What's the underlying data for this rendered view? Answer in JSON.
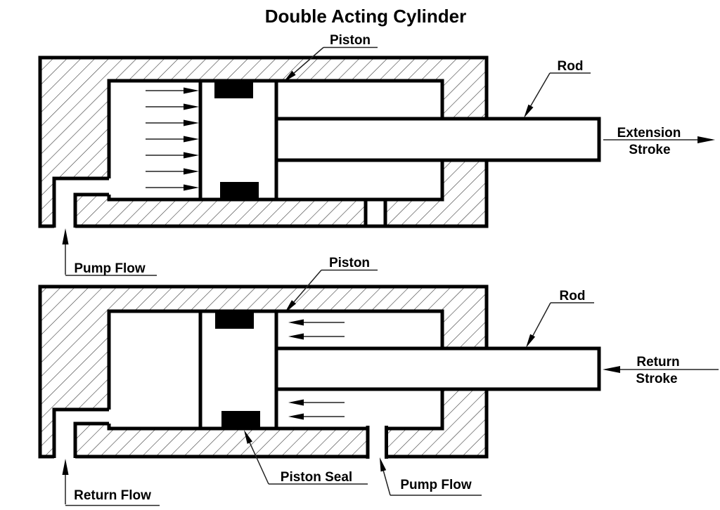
{
  "title": "Double Acting Cylinder",
  "colors": {
    "ink": "#000000",
    "paper": "#ffffff"
  },
  "top_cylinder": {
    "piston_label": "Piston",
    "rod_label": "Rod",
    "stroke_arrow_line1": "Extension",
    "stroke_arrow_line2": "Stroke",
    "pump_flow_label": "Pump Flow"
  },
  "bottom_cylinder": {
    "piston_label": "Piston",
    "rod_label": "Rod",
    "stroke_arrow_line1": "Return",
    "stroke_arrow_line2": "Stroke",
    "piston_seal_label": "Piston Seal",
    "pump_flow_label": "Pump Flow",
    "return_flow_label": "Return Flow"
  }
}
